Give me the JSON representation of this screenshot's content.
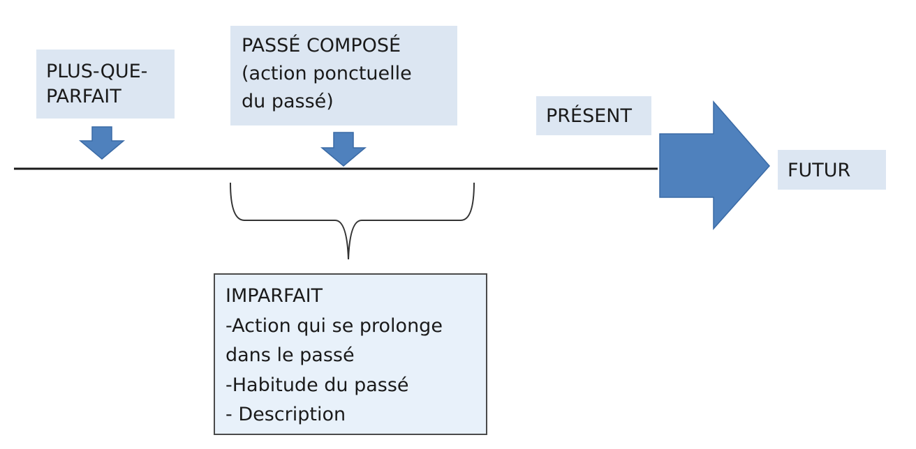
{
  "labels": {
    "plus_que_parfait": [
      "PLUS-QUE-",
      "PARFAIT"
    ],
    "passe_compose": [
      "PASSÉ COMPOSÉ",
      "(action ponctuelle",
      "du passé)"
    ],
    "present": "PRÉSENT",
    "futur": "FUTUR",
    "imparfait": [
      "IMPARFAIT",
      "-Action qui se prolonge",
      "dans le passé",
      "-Habitude du passé",
      "- Description"
    ]
  },
  "colors": {
    "label_fill": "#dce6f2",
    "imparfait_fill": "#e8f1fa",
    "arrow_fill": "#4f81bd",
    "arrow_stroke": "#3a6aa5",
    "timeline": "#1a1a1a"
  },
  "shapes": {
    "pointer_arrows": [
      "down-arrow-plus-que-parfait",
      "down-arrow-passe-compose"
    ],
    "future_arrow": "right-arrow-futur",
    "bracket": "curly-brace-imparfait"
  }
}
